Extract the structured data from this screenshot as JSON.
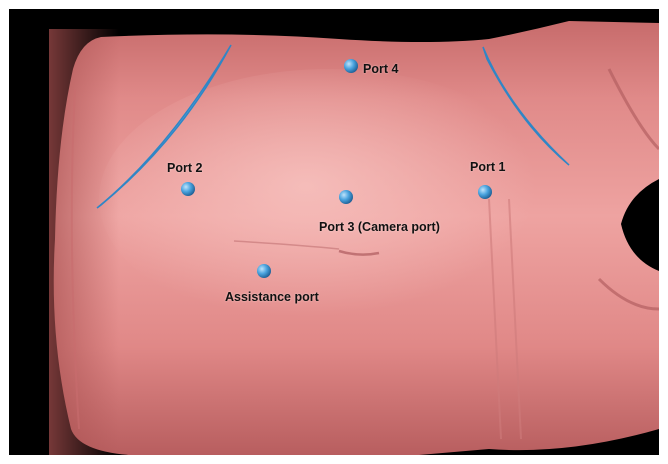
{
  "ports": {
    "port4": "Port 4",
    "port2": "Port 2",
    "port1": "Port 1",
    "port3": "Port 3 (Camera port)",
    "assistance": "Assistance port"
  },
  "colors": {
    "background": "#000000",
    "body_surface": "#dd8585",
    "port_marker": "#3d94d0",
    "incision_line": "#4aa8e0"
  }
}
